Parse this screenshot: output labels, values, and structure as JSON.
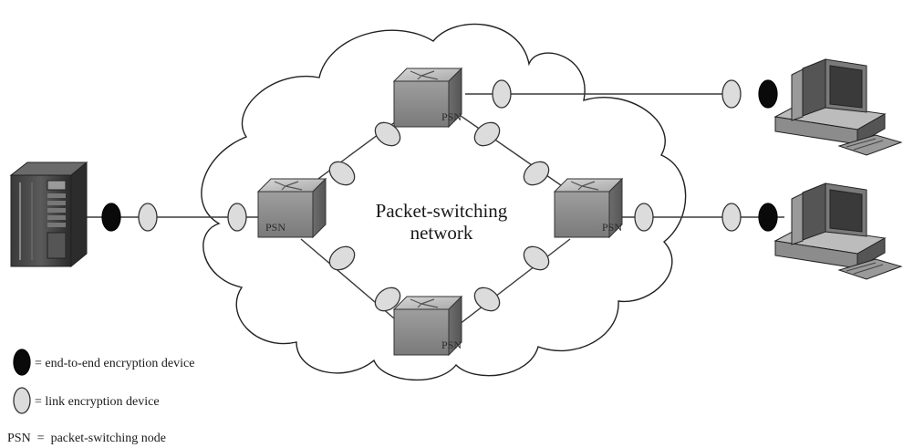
{
  "diagram": {
    "center_label_line1": "Packet-switching",
    "center_label_line2": "network",
    "node_label": "PSN",
    "legend": {
      "e2e": "= end-to-end encryption device",
      "link": "= link encryption device",
      "psn": "PSN  =  packet-switching node"
    }
  },
  "colors": {
    "end_to_end_device": "#0a0a0a",
    "link_device": "#dcdcdc",
    "psn_box": "#9a9a9a"
  },
  "icons": [
    "server-icon",
    "workstation-icon",
    "psn-node-icon",
    "link-encryption-device-icon",
    "end-to-end-encryption-device-icon",
    "cloud-icon"
  ]
}
